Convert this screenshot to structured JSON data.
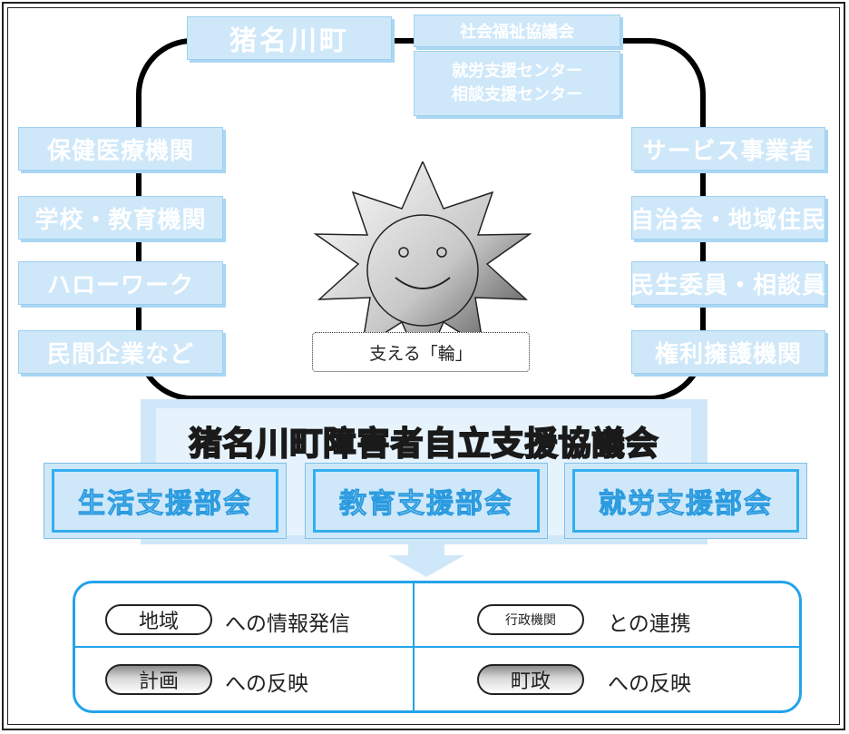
{
  "hub": {
    "town": "猪名川町",
    "council": "社会福祉協議会",
    "welfare_line1": "就労支援センター",
    "welfare_line2": "相談支援センター"
  },
  "left_boxes": [
    "保健医療機関",
    "学校・教育機関",
    "ハローワーク",
    "民間企業など"
  ],
  "right_boxes": [
    "サービス事業者",
    "自治会・地域住民",
    "民生委員・相談員",
    "権利擁護機関"
  ],
  "center": {
    "label": "支える「輪」"
  },
  "association": {
    "title": "猪名川町障害者自立支援協議会",
    "departments": [
      "生活支援部会",
      "教育支援部会",
      "就労支援部会"
    ]
  },
  "outputs": [
    {
      "pill": "地域",
      "text": "への情報発信"
    },
    {
      "pill": "行政機関",
      "text": "との連携"
    },
    {
      "pill": "計画",
      "text": "への反映"
    },
    {
      "pill": "町政",
      "text": "への反映"
    }
  ],
  "colors": {
    "box_fill": "#cfe8f9",
    "accent_blue": "#22a3ea",
    "ring": "#000000"
  }
}
